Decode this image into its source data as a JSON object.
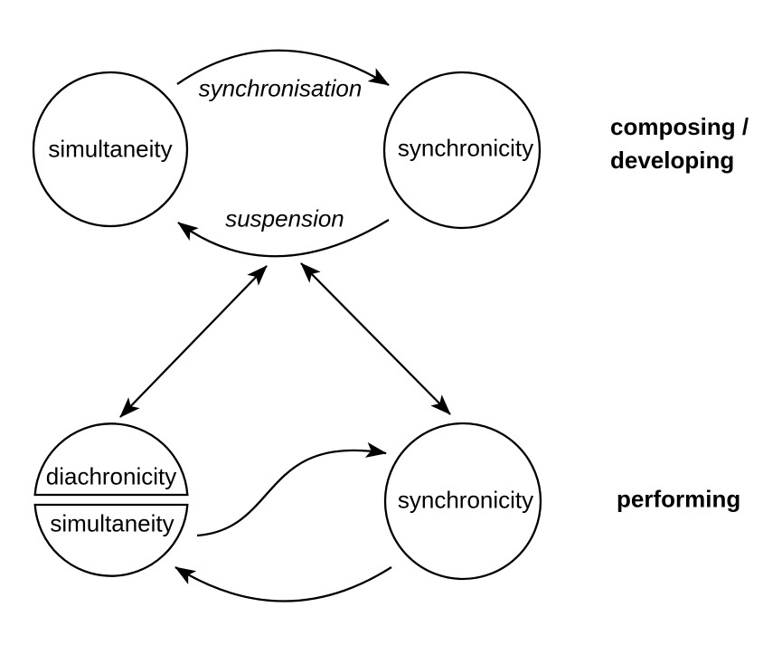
{
  "diagram": {
    "colors": {
      "ink": "#000000",
      "background": "#ffffff"
    },
    "nodes": {
      "top_left": "simultaneity",
      "top_right": "synchronicity",
      "bottom_left_upper": "diachronicity",
      "bottom_left_lower": "simultaneity",
      "bottom_right": "synchronicity"
    },
    "edge_labels": {
      "synchronisation": "synchronisation",
      "suspension": "suspension"
    },
    "stage_labels": {
      "composing_line1": "composing /",
      "composing_line2": "developing",
      "performing": "performing"
    }
  }
}
